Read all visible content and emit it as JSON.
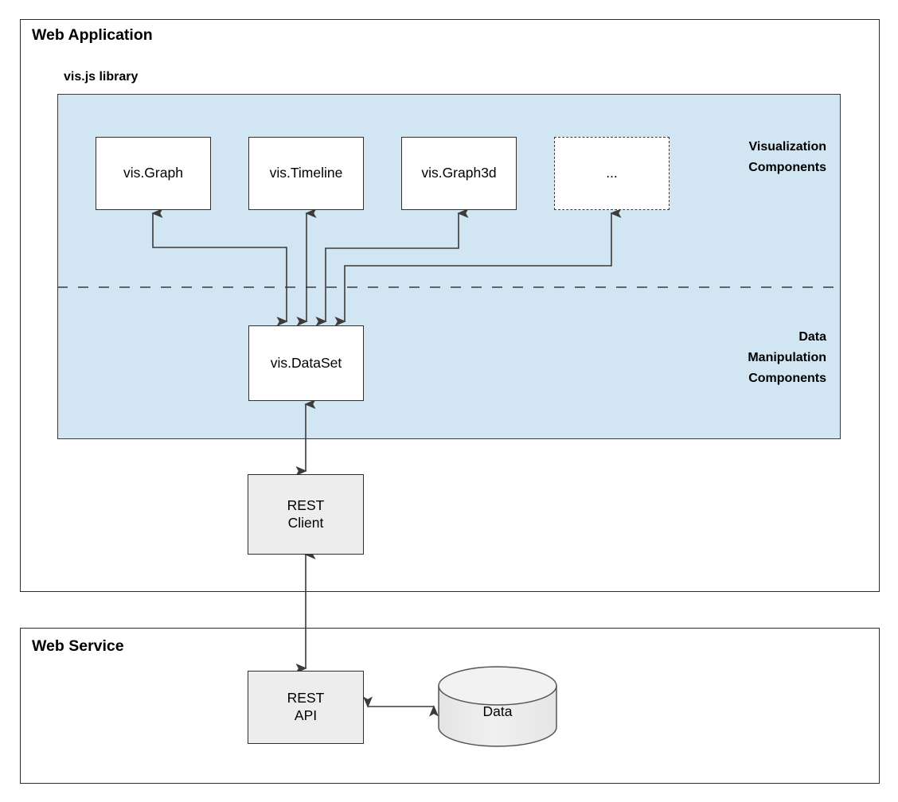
{
  "diagram": {
    "type": "architecture-block-diagram",
    "background": "#ffffff"
  },
  "frames": [
    {
      "id": "web-application",
      "title": "Web Application"
    },
    {
      "id": "web-service",
      "title": "Web Service"
    }
  ],
  "library_panel": {
    "title": "vis.js library",
    "fill": "#d2e5f2",
    "divider": "dashed",
    "section_labels": {
      "top": "Visualization\nComponents",
      "bottom": "Data\nManipulation\nComponents"
    }
  },
  "nodes": {
    "vis_graph": {
      "label": "vis.Graph",
      "style": "solid-white"
    },
    "vis_timeline": {
      "label": "vis.Timeline",
      "style": "solid-white"
    },
    "vis_graph3d": {
      "label": "vis.Graph3d",
      "style": "solid-white"
    },
    "more": {
      "label": "...",
      "style": "dashed-white"
    },
    "vis_dataset": {
      "label": "vis.DataSet",
      "style": "solid-white"
    },
    "rest_client": {
      "label": "REST\nClient",
      "line1": "REST",
      "line2": "Client",
      "style": "solid-gray"
    },
    "rest_api": {
      "label": "REST\nAPI",
      "line1": "REST",
      "line2": "API",
      "style": "solid-gray"
    },
    "data_store": {
      "label": "Data",
      "style": "cylinder-gray"
    }
  },
  "connections": [
    {
      "from": "vis_dataset",
      "to": "vis_graph",
      "kind": "bidirectional-elbow"
    },
    {
      "from": "vis_dataset",
      "to": "vis_timeline",
      "kind": "bidirectional-straight"
    },
    {
      "from": "vis_dataset",
      "to": "vis_graph3d",
      "kind": "bidirectional-elbow"
    },
    {
      "from": "vis_dataset",
      "to": "more",
      "kind": "bidirectional-elbow"
    },
    {
      "from": "vis_dataset",
      "to": "rest_client",
      "kind": "bidirectional-straight"
    },
    {
      "from": "rest_client",
      "to": "rest_api",
      "kind": "bidirectional-straight"
    },
    {
      "from": "rest_api",
      "to": "data_store",
      "kind": "bidirectional-horizontal"
    }
  ],
  "colors": {
    "panel_fill": "#d2e5f2",
    "node_fill": "#ffffff",
    "gray_node_fill": "#ededed",
    "stroke": "#2f2f2f",
    "text": "#000000"
  }
}
